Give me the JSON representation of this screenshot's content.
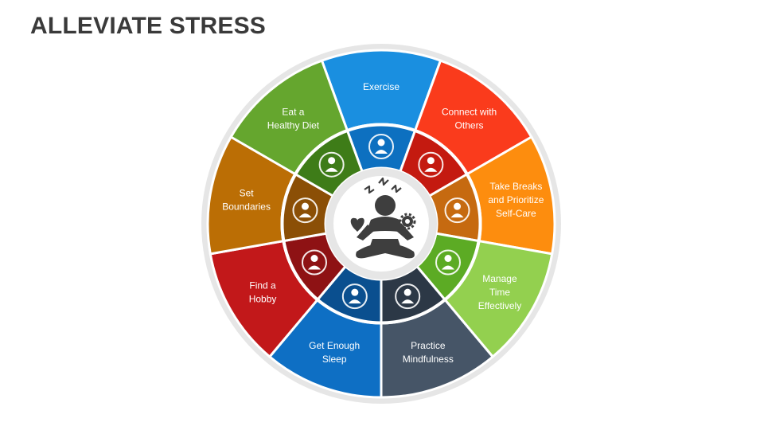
{
  "title": "ALLEVIATE STRESS",
  "segments": [
    {
      "label_lines": [
        "Exercise"
      ],
      "outer_color": "#1a8fe0",
      "inner_color": "#0d70c0",
      "icon": "dumbbell-person-icon"
    },
    {
      "label_lines": [
        "Connect with",
        "Others"
      ],
      "outer_color": "#fa3b1c",
      "inner_color": "#c41a10",
      "icon": "people-network-icon"
    },
    {
      "label_lines": [
        "Take Breaks",
        "and Prioritize",
        "Self-Care"
      ],
      "outer_color": "#fd8d0e",
      "inner_color": "#c66a10",
      "icon": "hands-heart-icon"
    },
    {
      "label_lines": [
        "Manage",
        "Time",
        "Effectively"
      ],
      "outer_color": "#93d04f",
      "inner_color": "#5cab24",
      "icon": "person-clock-icon"
    },
    {
      "label_lines": [
        "Practice",
        "Mindfulness"
      ],
      "outer_color": "#465567",
      "inner_color": "#2c3846",
      "icon": "mind-head-icon"
    },
    {
      "label_lines": [
        "Get Enough",
        "Sleep"
      ],
      "outer_color": "#0e6fc4",
      "inner_color": "#0a4f8f",
      "icon": "sleep-clock-icon"
    },
    {
      "label_lines": [
        "Find a",
        "Hobby"
      ],
      "outer_color": "#c2181a",
      "inner_color": "#8e1214",
      "icon": "hobby-icon"
    },
    {
      "label_lines": [
        "Set",
        "Boundaries"
      ],
      "outer_color": "#bb6e05",
      "inner_color": "#8b4f06",
      "icon": "boundary-box-icon"
    },
    {
      "label_lines": [
        "Eat a",
        "Healthy Diet"
      ],
      "outer_color": "#65a62e",
      "inner_color": "#3e7c18",
      "icon": "salad-bowl-icon"
    }
  ],
  "center_icon": "meditating-person-icon"
}
